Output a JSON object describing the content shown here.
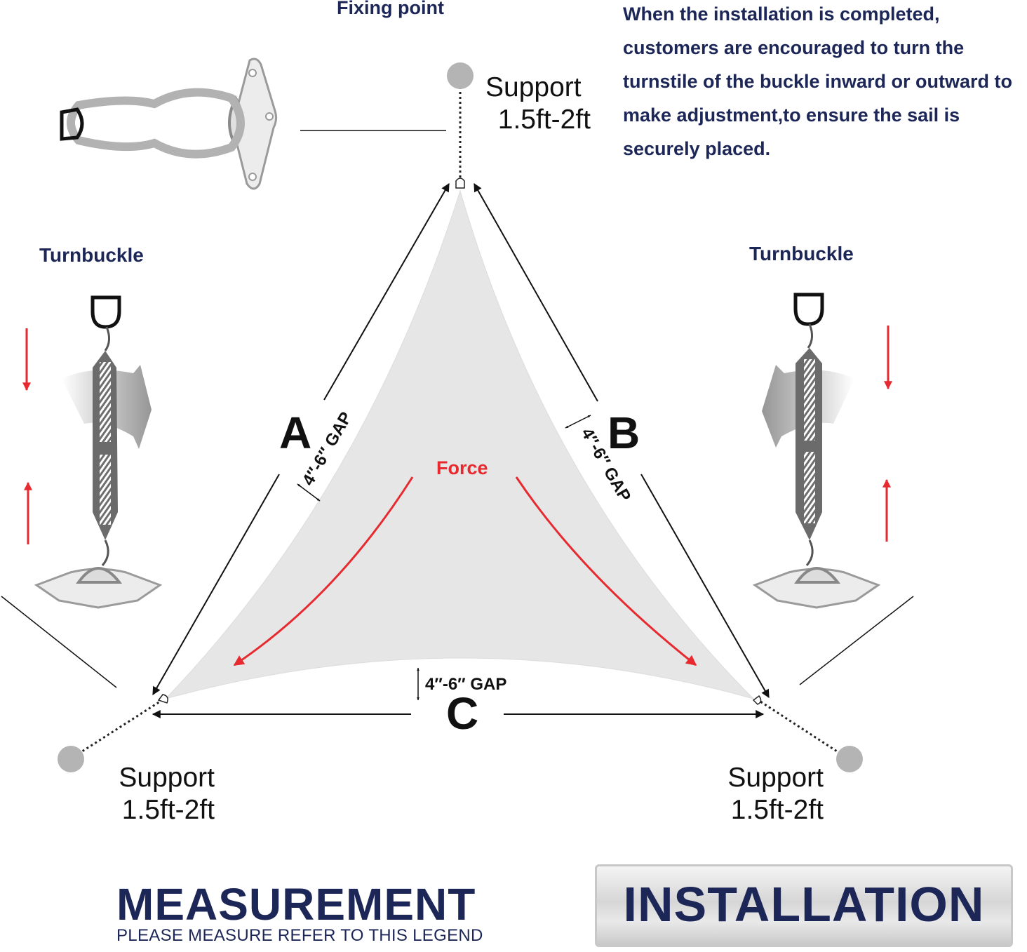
{
  "colors": {
    "navy": "#1d2757",
    "force_red": "#e62a2f",
    "sail_fill": "#e6e6e6",
    "support_dot": "#b4b4b4"
  },
  "labels": {
    "fixing_point": "Fixing point",
    "turnbuckle_left": "Turnbuckle",
    "turnbuckle_right": "Turnbuckle",
    "installation_note": "When the installation is completed, customers are encouraged to turn the turnstile of the buckle inward or outward to make adjustment,to  ensure the sail is securely placed.",
    "support_top_line1": "Support",
    "support_top_line2": "1.5ft-2ft",
    "support_left_line1": "Support",
    "support_left_line2": "1.5ft-2ft",
    "support_right_line1": "Support",
    "support_right_line2": "1.5ft-2ft",
    "side_a": "A",
    "side_b": "B",
    "side_c": "C",
    "gap_a": "4″-6″ GAP",
    "gap_b": "4″-6″ GAP",
    "gap_c": "4″-6″ GAP",
    "force": "Force",
    "measurement_title": "MEASUREMENT",
    "measurement_subtitle": "PLEASE MEASURE REFER TO THIS LEGEND",
    "installation_title": "INSTALLATION"
  },
  "icons": {
    "fixing_plate": "pad-eye-plate-with-snap-hook-icon",
    "turnbuckle": "turnbuckle-icon",
    "rotate_arrow": "rotation-arrow-icon",
    "support_post": "support-post-dot-icon",
    "corner_ring": "d-ring-icon"
  }
}
